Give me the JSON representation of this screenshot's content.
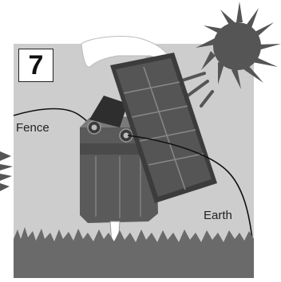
{
  "step_number": "7",
  "labels": {
    "fence": "Fence",
    "earth": "Earth"
  },
  "colors": {
    "panel_background": "#cccccc",
    "sun": "#555555",
    "solar_panel": "#4d4d4d",
    "energizer_body": "#595959",
    "grass": "#6a6a6a"
  },
  "icons": [
    "sun-icon",
    "solar-panel",
    "fence-energizer",
    "hand",
    "grass"
  ]
}
